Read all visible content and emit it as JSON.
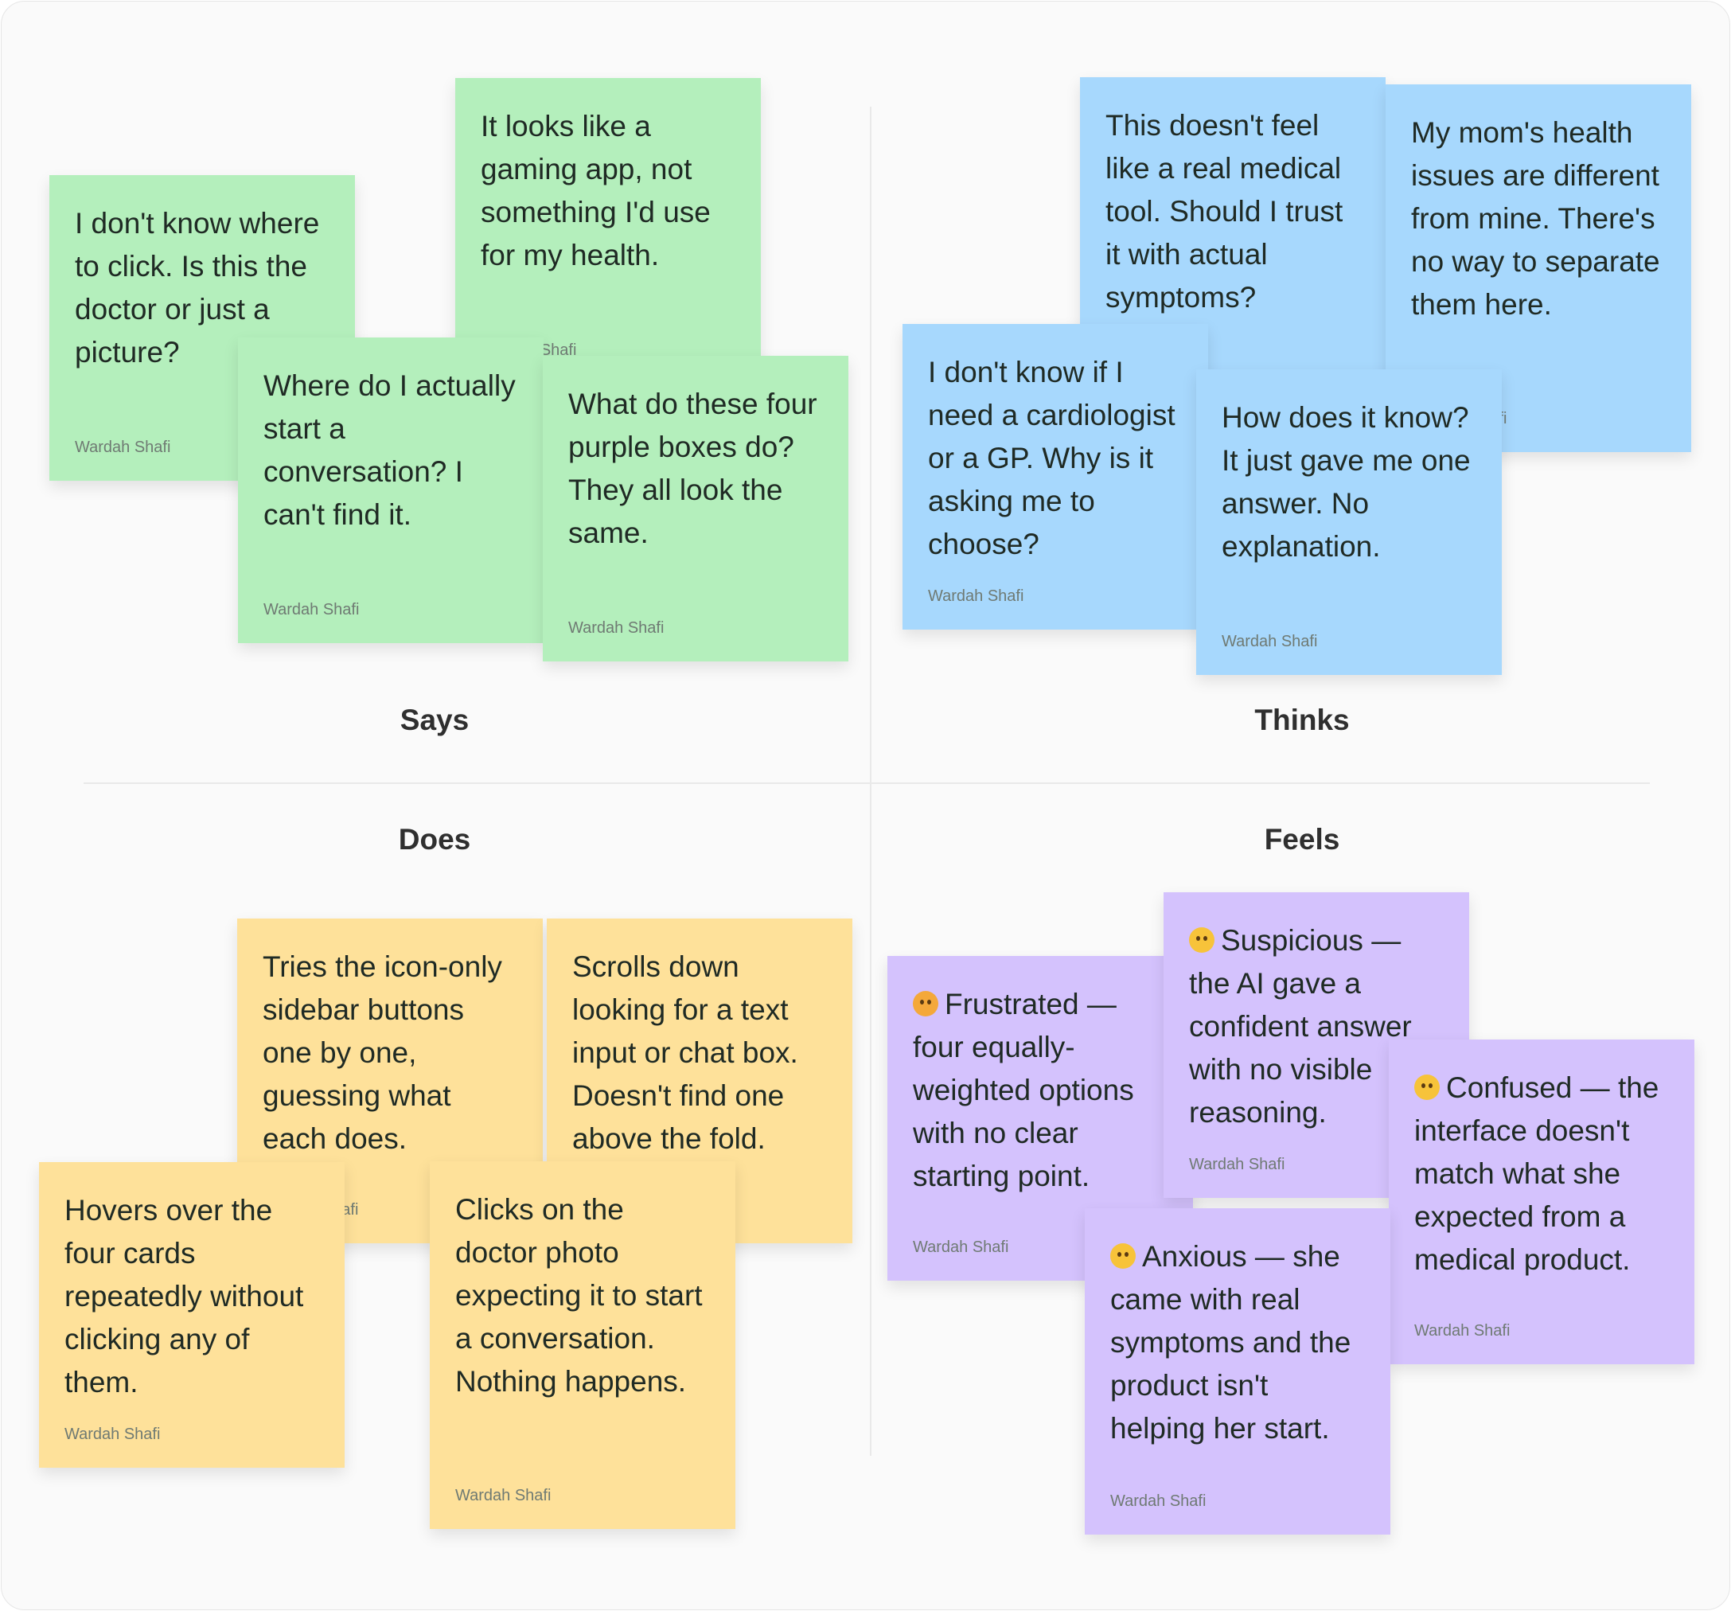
{
  "quadrants": {
    "says": "Says",
    "thinks": "Thinks",
    "does": "Does",
    "feels": "Feels"
  },
  "author": "Wardah Shafi",
  "notes": {
    "says": [
      "I don't know where to click. Is this the doctor or just a picture?",
      "It looks like a gaming app, not something I'd use for my health.",
      "Where do I actually start a conversation? I can't find it.",
      "What do these four purple boxes do? They all look the same."
    ],
    "thinks": [
      "This doesn't feel like a real medical tool. Should I trust it with actual symptoms?",
      "My mom's health issues are different from mine. There's no way to separate them here.",
      "I don't know if I need a cardiologist or a GP. Why is it asking me to choose?",
      "How does it know? It just gave me one answer. No explanation."
    ],
    "does": [
      "Tries the icon-only sidebar buttons one by one, guessing what each does.",
      "Scrolls down looking for a text input or chat box. Doesn't find one above the fold.",
      "Hovers over the four cards repeatedly without clicking any of them.",
      "Clicks on the doctor photo expecting it to start a conversation. Nothing happens."
    ],
    "feels": [
      "Frustrated — four equally-weighted options with no clear starting point.",
      "Suspicious — the AI gave a confident answer with no visible reasoning.",
      "Confused — the interface doesn't match what she expected from a medical product.",
      "Anxious — she came with real symptoms and the product isn't helping her start."
    ]
  },
  "emotion_icons": [
    "angry-face-icon",
    "raised-eyebrow-face-icon",
    "confused-face-icon",
    "worried-face-icon"
  ],
  "colors": {
    "says": "#b4efbc",
    "thinks": "#a7d8fd",
    "does": "#fee19a",
    "feels": "#d4c2fd"
  }
}
